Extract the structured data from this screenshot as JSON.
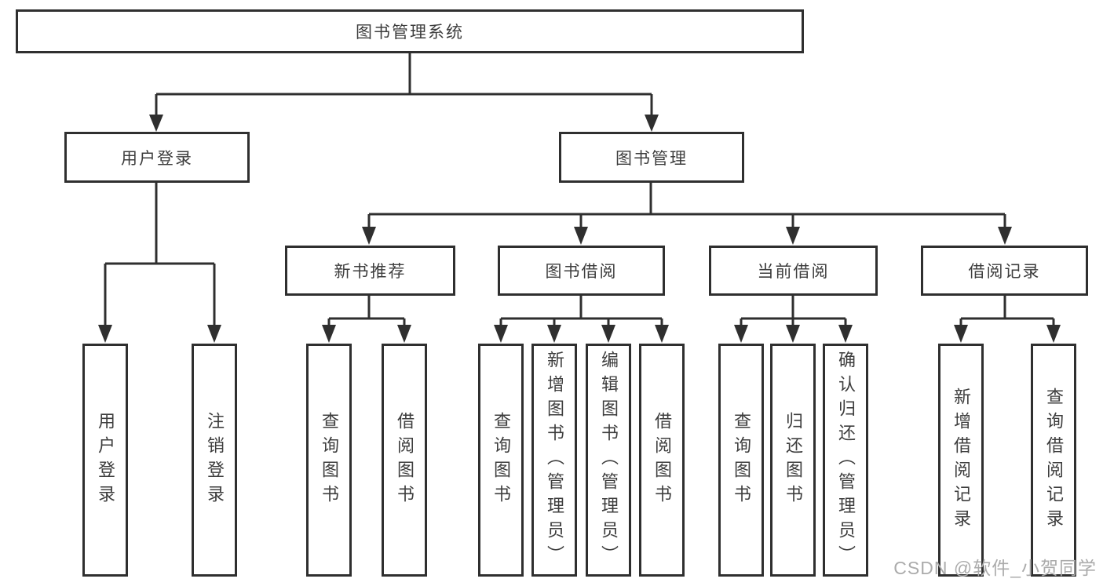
{
  "diagram": {
    "title": "图书管理系统",
    "root": {
      "label": "图书管理系统"
    },
    "level2": [
      {
        "label": "用户登录"
      },
      {
        "label": "图书管理"
      }
    ],
    "level3": [
      {
        "label": "新书推荐",
        "parent": "图书管理"
      },
      {
        "label": "图书借阅",
        "parent": "图书管理"
      },
      {
        "label": "当前借阅",
        "parent": "图书管理"
      },
      {
        "label": "借阅记录",
        "parent": "图书管理"
      }
    ],
    "leaves": [
      {
        "label": "用户登录",
        "parent": "用户登录"
      },
      {
        "label": "注销登录",
        "parent": "用户登录"
      },
      {
        "label": "查询图书",
        "parent": "新书推荐"
      },
      {
        "label": "借阅图书",
        "parent": "新书推荐"
      },
      {
        "label": "查询图书",
        "parent": "图书借阅"
      },
      {
        "label": "新增图书（管理员）",
        "parent": "图书借阅"
      },
      {
        "label": "编辑图书（管理员）",
        "parent": "图书借阅"
      },
      {
        "label": "借阅图书",
        "parent": "图书借阅"
      },
      {
        "label": "查询图书",
        "parent": "当前借阅"
      },
      {
        "label": "归还图书",
        "parent": "当前借阅"
      },
      {
        "label": "确认归还（管理员）",
        "parent": "当前借阅"
      },
      {
        "label": "新增借阅记录",
        "parent": "借阅记录"
      },
      {
        "label": "查询借阅记录",
        "parent": "借阅记录"
      }
    ],
    "watermark": "CSDN @软件_小贺同学",
    "colors": {
      "line": "#2f2f2f",
      "box_border": "#2f2f2f",
      "text": "#3d3d3d",
      "background": "#ffffff",
      "watermark": "#ababab"
    }
  }
}
